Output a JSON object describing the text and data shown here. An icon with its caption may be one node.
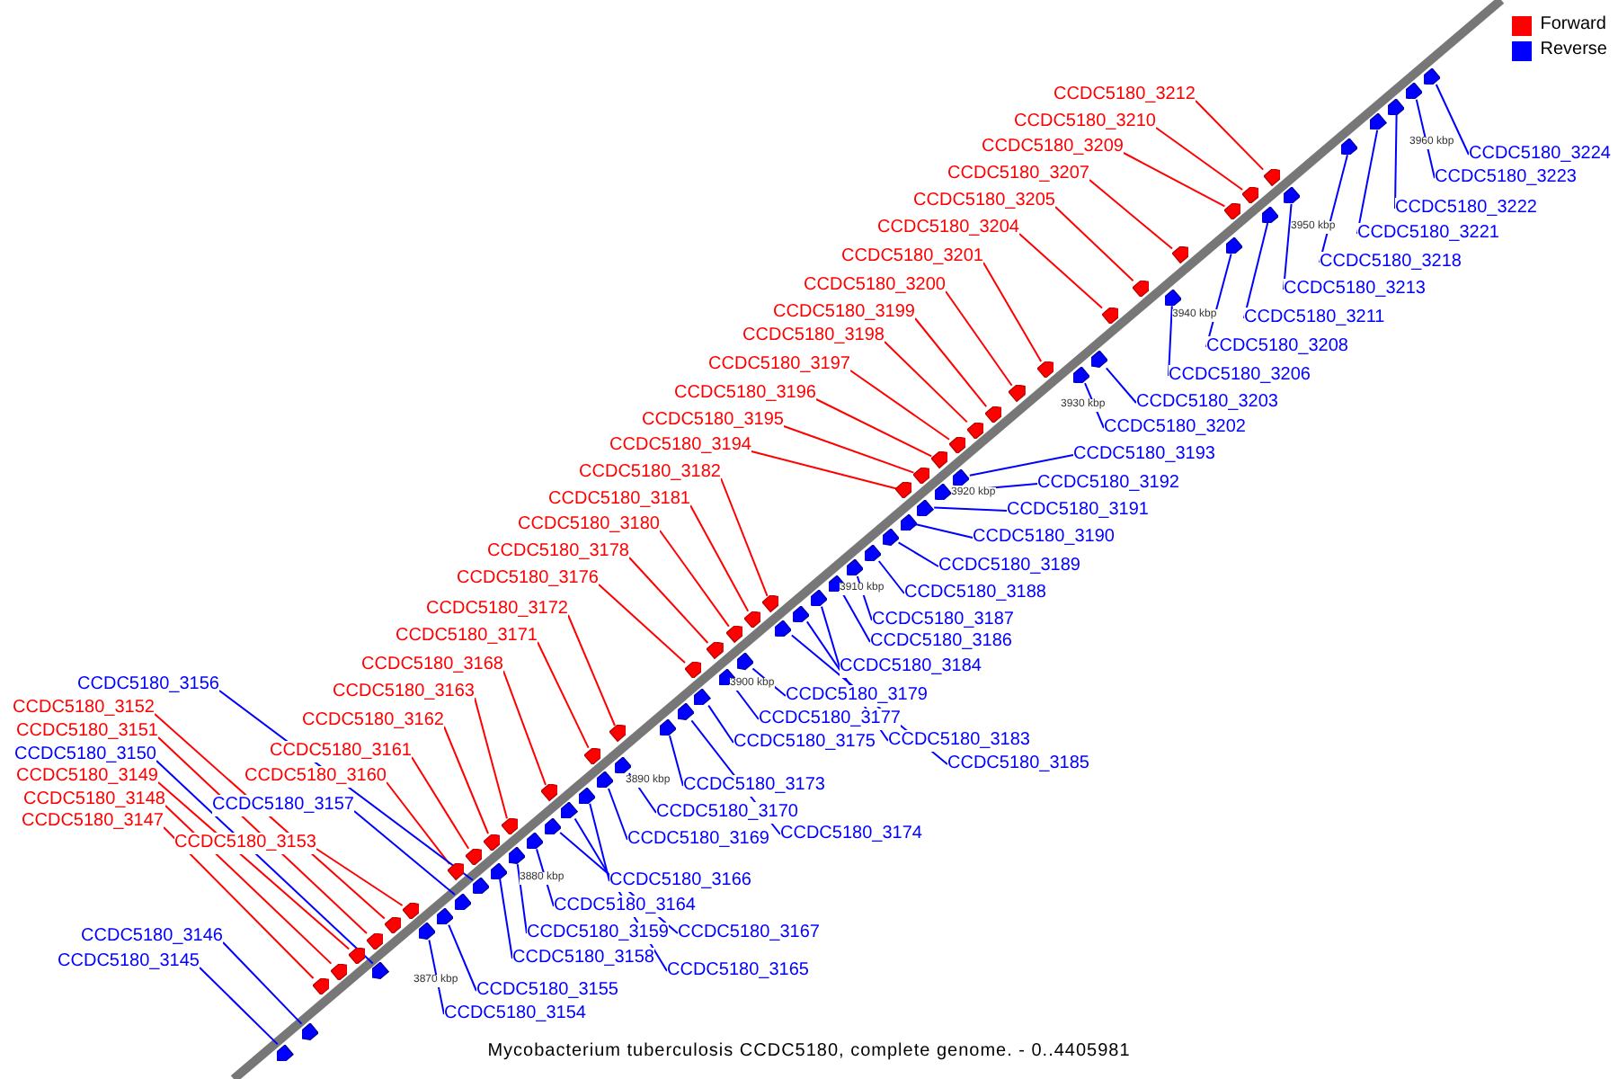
{
  "diagram": {
    "caption": "Mycobacterium tuberculosis CCDC5180, complete genome. - 0..4405981",
    "nodes": [
      {
        "text": [
          "CCDC5180_3212"
        ]
      },
      {
        "text": [
          "CCDC5180_3210"
        ]
      },
      {
        "text": [
          "CCDC5180_3209"
        ]
      },
      {
        "text": [
          "CCDC5180_3207"
        ]
      },
      {
        "text": [
          "CCDC5180_3205"
        ]
      },
      {
        "text": [
          "CCDC5180_3204"
        ]
      },
      {
        "text": [
          "CCDC5180_3201"
        ]
      },
      {
        "text": [
          "CCDC5180_3200"
        ]
      },
      {
        "text": [
          "CCDC5180_3199"
        ]
      },
      {
        "text": [
          "CCDC5180_3198"
        ]
      },
      {
        "text": [
          "CCDC5180_3197"
        ]
      },
      {
        "text": [
          "CCDC5180_3196"
        ]
      },
      {
        "text": [
          "CCDC5180_3195"
        ]
      },
      {
        "text": [
          "CCDC5180_3194"
        ]
      },
      {
        "text": [
          "CCDC5180_3182"
        ]
      },
      {
        "text": [
          "CCDC5180_3181"
        ]
      },
      {
        "text": [
          "CCDC5180_3180"
        ]
      },
      {
        "text": [
          "CCDC5180_3178"
        ]
      },
      {
        "text": [
          "CCDC5180_3176"
        ]
      },
      {
        "text": [
          "CCDC5180_3172"
        ]
      },
      {
        "text": [
          "CCDC5180_3171"
        ]
      },
      {
        "text": [
          "CCDC5180_3168"
        ]
      },
      {
        "text": [
          "CCDC5180_3163"
        ]
      },
      {
        "text": [
          "CCDC5180_3162"
        ]
      },
      {
        "text": [
          "CCDC5180_3161"
        ]
      },
      {
        "text": [
          "CCDC5180_3160"
        ]
      },
      {
        "text": [
          "CCDC5180_3152"
        ]
      },
      {
        "text": [
          "CCDC5180_3151"
        ]
      },
      {
        "text": [
          "CCDC5180_3149"
        ]
      },
      {
        "text": [
          "CCDC5180_3148"
        ]
      },
      {
        "text": [
          "CCDC5180_3147"
        ]
      },
      {
        "text": [
          "CCDC5180_3153"
        ]
      },
      {
        "text": [
          "CCDC5180_3224"
        ]
      },
      {
        "text": [
          "CCDC5180_3223"
        ]
      },
      {
        "text": [
          "CCDC5180_3222"
        ]
      },
      {
        "text": [
          "CCDC5180_3221"
        ]
      },
      {
        "text": [
          "CCDC5180_3218"
        ]
      },
      {
        "text": [
          "CCDC5180_3213"
        ]
      },
      {
        "text": [
          "CCDC5180_3211"
        ]
      },
      {
        "text": [
          "CCDC5180_3208"
        ]
      },
      {
        "text": [
          "CCDC5180_3206"
        ]
      },
      {
        "text": [
          "CCDC5180_3203"
        ]
      },
      {
        "text": [
          "CCDC5180_3202"
        ]
      },
      {
        "text": [
          "CCDC5180_3193"
        ]
      },
      {
        "text": [
          "CCDC5180_3192"
        ]
      },
      {
        "text": [
          "CCDC5180_3191"
        ]
      },
      {
        "text": [
          "CCDC5180_3190"
        ]
      },
      {
        "text": [
          "CCDC5180_3189"
        ]
      },
      {
        "text": [
          "CCDC5180_3188"
        ]
      },
      {
        "text": [
          "CCDC5180_3187"
        ]
      },
      {
        "text": [
          "CCDC5180_3186"
        ]
      },
      {
        "text": [
          "CCDC5180_3184"
        ]
      },
      {
        "text": [
          "CCDC5180_3183"
        ]
      },
      {
        "text": [
          "CCDC5180_3185"
        ]
      },
      {
        "text": [
          "CCDC5180_3179"
        ]
      },
      {
        "text": [
          "CCDC5180_3177"
        ]
      },
      {
        "text": [
          "CCDC5180_3175"
        ]
      },
      {
        "text": [
          "CCDC5180_3173"
        ]
      },
      {
        "text": [
          "CCDC5180_3174"
        ]
      },
      {
        "text": [
          "CCDC5180_3170"
        ]
      },
      {
        "text": [
          "CCDC5180_3169"
        ]
      },
      {
        "text": [
          "CCDC5180_3166"
        ]
      },
      {
        "text": [
          "CCDC5180_3164"
        ]
      },
      {
        "text": [
          "CCDC5180_3159"
        ]
      },
      {
        "text": [
          "CCDC5180_3167"
        ]
      },
      {
        "text": [
          "CCDC5180_3158"
        ]
      },
      {
        "text": [
          "CCDC5180_3165"
        ]
      },
      {
        "text": [
          "CCDC5180_3155"
        ]
      },
      {
        "text": [
          "CCDC5180_3154"
        ]
      },
      {
        "text": [
          "CCDC5180_3156"
        ]
      },
      {
        "text": [
          "CCDC5180_3150"
        ]
      },
      {
        "text": [
          "CCDC5180_3157"
        ]
      },
      {
        "text": [
          "CCDC5180_3146"
        ]
      },
      {
        "text": [
          "CCDC5180_3145"
        ]
      },
      {
        "text": [],
        "shape": "pentagon"
      },
      {
        "text": [],
        "shape": "pentagon"
      },
      {
        "text": [],
        "shape": "pentagon"
      },
      {
        "text": [],
        "shape": "pentagon"
      },
      {
        "text": [],
        "shape": "pentagon"
      },
      {
        "text": [],
        "shape": "pentagon"
      },
      {
        "text": [],
        "shape": "pentagon"
      },
      {
        "text": [],
        "shape": "pentagon"
      },
      {
        "text": [],
        "shape": "pentagon"
      },
      {
        "text": [],
        "shape": "pentagon"
      },
      {
        "text": [],
        "shape": "pentagon"
      },
      {
        "text": [],
        "shape": "pentagon"
      },
      {
        "text": [],
        "shape": "pentagon"
      },
      {
        "text": [],
        "shape": "pentagon"
      },
      {
        "text": [],
        "shape": "pentagon"
      },
      {
        "text": [],
        "shape": "pentagon"
      },
      {
        "text": [],
        "shape": "pentagon"
      },
      {
        "text": [],
        "shape": "pentagon"
      },
      {
        "text": [],
        "shape": "pentagon"
      },
      {
        "text": [],
        "shape": "pentagon"
      },
      {
        "text": [],
        "shape": "pentagon"
      },
      {
        "text": [],
        "shape": "pentagon"
      },
      {
        "text": [],
        "shape": "pentagon"
      },
      {
        "text": [],
        "shape": "pentagon"
      },
      {
        "text": [],
        "shape": "pentagon"
      },
      {
        "text": [],
        "shape": "pentagon"
      },
      {
        "text": [],
        "shape": "pentagon"
      },
      {
        "text": [],
        "shape": "pentagon"
      },
      {
        "text": [],
        "shape": "pentagon"
      },
      {
        "text": [],
        "shape": "pentagon"
      },
      {
        "text": [],
        "shape": "pentagon"
      },
      {
        "text": [],
        "shape": "pentagon"
      },
      {
        "text": [],
        "shape": "pentagon"
      },
      {
        "text": [],
        "shape": "pentagon"
      },
      {
        "text": [],
        "shape": "pentagon"
      },
      {
        "text": [],
        "shape": "pentagon"
      },
      {
        "text": [],
        "shape": "pentagon"
      },
      {
        "text": [],
        "shape": "pentagon"
      },
      {
        "text": [],
        "shape": "pentagon"
      },
      {
        "text": [],
        "shape": "pentagon"
      },
      {
        "text": [],
        "shape": "pentagon"
      },
      {
        "text": [],
        "shape": "pentagon"
      },
      {
        "text": [],
        "shape": "pentagon"
      },
      {
        "text": [],
        "shape": "pentagon"
      },
      {
        "text": [],
        "shape": "pentagon"
      },
      {
        "text": [],
        "shape": "pentagon"
      },
      {
        "text": [],
        "shape": "pentagon"
      },
      {
        "text": [],
        "shape": "pentagon"
      },
      {
        "text": [],
        "shape": "pentagon"
      },
      {
        "text": [],
        "shape": "pentagon"
      },
      {
        "text": [],
        "shape": "pentagon"
      },
      {
        "text": [],
        "shape": "pentagon"
      },
      {
        "text": [],
        "shape": "pentagon"
      },
      {
        "text": [],
        "shape": "pentagon"
      },
      {
        "text": [],
        "shape": "pentagon"
      },
      {
        "text": [],
        "shape": "pentagon"
      },
      {
        "text": [],
        "shape": "pentagon"
      },
      {
        "text": [],
        "shape": "pentagon"
      },
      {
        "text": [],
        "shape": "pentagon"
      },
      {
        "text": [],
        "shape": "pentagon"
      },
      {
        "text": [],
        "shape": "pentagon"
      },
      {
        "text": [],
        "shape": "pentagon"
      },
      {
        "text": [],
        "shape": "pentagon"
      },
      {
        "text": [],
        "shape": "pentagon"
      },
      {
        "text": [],
        "shape": "pentagon"
      },
      {
        "text": [],
        "shape": "pentagon"
      },
      {
        "text": [],
        "shape": "pentagon"
      },
      {
        "text": [],
        "shape": "pentagon"
      },
      {
        "text": [],
        "shape": "pentagon"
      },
      {
        "text": [],
        "shape": "pentagon"
      },
      {
        "text": [],
        "shape": "pentagon"
      },
      {
        "text": [],
        "shape": "pentagon"
      },
      {
        "text": [],
        "shape": "pentagon"
      },
      {
        "text": [],
        "shape": "pentagon"
      }
    ],
    "edges": [
      {
        "from": 0,
        "to": 74,
        "arrow": "none",
        "color": "#ff0000"
      },
      {
        "from": 1,
        "to": 75,
        "arrow": "none",
        "color": "#ff0000"
      },
      {
        "from": 2,
        "to": 76,
        "arrow": "none",
        "color": "#ff0000"
      },
      {
        "from": 3,
        "to": 77,
        "arrow": "none",
        "color": "#ff0000"
      },
      {
        "from": 4,
        "to": 78,
        "arrow": "none",
        "color": "#ff0000"
      },
      {
        "from": 5,
        "to": 79,
        "arrow": "none",
        "color": "#ff0000"
      },
      {
        "from": 6,
        "to": 80,
        "arrow": "none",
        "color": "#ff0000"
      },
      {
        "from": 7,
        "to": 81,
        "arrow": "none",
        "color": "#ff0000"
      },
      {
        "from": 8,
        "to": 82,
        "arrow": "none",
        "color": "#ff0000"
      },
      {
        "from": 9,
        "to": 83,
        "arrow": "none",
        "color": "#ff0000"
      },
      {
        "from": 10,
        "to": 84,
        "arrow": "none",
        "color": "#ff0000"
      },
      {
        "from": 11,
        "to": 85,
        "arrow": "none",
        "color": "#ff0000"
      },
      {
        "from": 12,
        "to": 86,
        "arrow": "none",
        "color": "#ff0000"
      },
      {
        "from": 13,
        "to": 87,
        "arrow": "none",
        "color": "#ff0000"
      },
      {
        "from": 14,
        "to": 88,
        "arrow": "none",
        "color": "#ff0000"
      },
      {
        "from": 15,
        "to": 89,
        "arrow": "none",
        "color": "#ff0000"
      },
      {
        "from": 16,
        "to": 90,
        "arrow": "none",
        "color": "#ff0000"
      },
      {
        "from": 17,
        "to": 91,
        "arrow": "none",
        "color": "#ff0000"
      },
      {
        "from": 18,
        "to": 92,
        "arrow": "none",
        "color": "#ff0000"
      },
      {
        "from": 19,
        "to": 93,
        "arrow": "none",
        "color": "#ff0000"
      },
      {
        "from": 20,
        "to": 94,
        "arrow": "none",
        "color": "#ff0000"
      },
      {
        "from": 21,
        "to": 95,
        "arrow": "none",
        "color": "#ff0000"
      },
      {
        "from": 22,
        "to": 96,
        "arrow": "none",
        "color": "#ff0000"
      },
      {
        "from": 23,
        "to": 97,
        "arrow": "none",
        "color": "#ff0000"
      },
      {
        "from": 24,
        "to": 98,
        "arrow": "none",
        "color": "#ff0000"
      },
      {
        "from": 25,
        "to": 99,
        "arrow": "none",
        "color": "#ff0000"
      },
      {
        "from": 26,
        "to": 100,
        "arrow": "none",
        "color": "#ff0000"
      },
      {
        "from": 27,
        "to": 101,
        "arrow": "none",
        "color": "#ff0000"
      },
      {
        "from": 28,
        "to": 102,
        "arrow": "none",
        "color": "#ff0000"
      },
      {
        "from": 29,
        "to": 103,
        "arrow": "none",
        "color": "#ff0000"
      },
      {
        "from": 30,
        "to": 104,
        "arrow": "none",
        "color": "#ff0000"
      },
      {
        "from": 31,
        "to": 105,
        "arrow": "none",
        "color": "#ff0000"
      },
      {
        "from": 32,
        "to": 106,
        "arrow": "none"
      },
      {
        "from": 33,
        "to": 107,
        "arrow": "none"
      },
      {
        "from": 34,
        "to": 108,
        "arrow": "none"
      },
      {
        "from": 35,
        "to": 109,
        "arrow": "none"
      },
      {
        "from": 36,
        "to": 110,
        "arrow": "none"
      },
      {
        "from": 37,
        "to": 111,
        "arrow": "none"
      },
      {
        "from": 38,
        "to": 112,
        "arrow": "none"
      },
      {
        "from": 39,
        "to": 113,
        "arrow": "none"
      },
      {
        "from": 40,
        "to": 114,
        "arrow": "none"
      },
      {
        "from": 41,
        "to": 115,
        "arrow": "none"
      },
      {
        "from": 42,
        "to": 116,
        "arrow": "none"
      },
      {
        "from": 43,
        "to": 117,
        "arrow": "none"
      },
      {
        "from": 44,
        "to": 118,
        "arrow": "none"
      },
      {
        "from": 45,
        "to": 119,
        "arrow": "none"
      },
      {
        "from": 46,
        "to": 120,
        "arrow": "none"
      },
      {
        "from": 47,
        "to": 121,
        "arrow": "none"
      },
      {
        "from": 48,
        "to": 122,
        "arrow": "none"
      },
      {
        "from": 49,
        "to": 123,
        "arrow": "none"
      },
      {
        "from": 50,
        "to": 124,
        "arrow": "none"
      },
      {
        "from": 51,
        "to": 125,
        "arrow": "none"
      },
      {
        "from": 52,
        "to": 126,
        "arrow": "none"
      },
      {
        "from": 53,
        "to": 127,
        "arrow": "none"
      },
      {
        "from": 54,
        "to": 128,
        "arrow": "none"
      },
      {
        "from": 55,
        "to": 129,
        "arrow": "none"
      },
      {
        "from": 56,
        "to": 130,
        "arrow": "none"
      },
      {
        "from": 57,
        "to": 131,
        "arrow": "none"
      },
      {
        "from": 58,
        "to": 132,
        "arrow": "none"
      },
      {
        "from": 59,
        "to": 133,
        "arrow": "none"
      },
      {
        "from": 60,
        "to": 134,
        "arrow": "none"
      },
      {
        "from": 61,
        "to": 135,
        "arrow": "none"
      },
      {
        "from": 62,
        "to": 136,
        "arrow": "none"
      },
      {
        "from": 63,
        "to": 137,
        "arrow": "none"
      },
      {
        "from": 64,
        "to": 138,
        "arrow": "none"
      },
      {
        "from": 65,
        "to": 139,
        "arrow": "none"
      },
      {
        "from": 66,
        "to": 140,
        "arrow": "none"
      },
      {
        "from": 67,
        "to": 141,
        "arrow": "none"
      },
      {
        "from": 68,
        "to": 142,
        "arrow": "none"
      },
      {
        "from": 69,
        "to": 143,
        "arrow": "none"
      },
      {
        "from": 70,
        "to": 144,
        "arrow": "none"
      },
      {
        "from": 71,
        "to": 145,
        "arrow": "none"
      },
      {
        "from": 72,
        "to": 146,
        "arrow": "none"
      },
      {
        "from": 73,
        "to": 147,
        "arrow": "none"
      }
    ],
    "labels": [
      "3870 kbp",
      "3880 kbp",
      "3890 kbp",
      "3900 kbp",
      "3910 kbp",
      "3920 kbp",
      "3930 kbp",
      "3940 kbp",
      "3950 kbp",
      "3960 kbp"
    ],
    "legend": [
      {
        "text": "Forward",
        "color": "#ff0000"
      },
      {
        "text": "Reverse",
        "color": "#0000ff"
      }
    ]
  }
}
